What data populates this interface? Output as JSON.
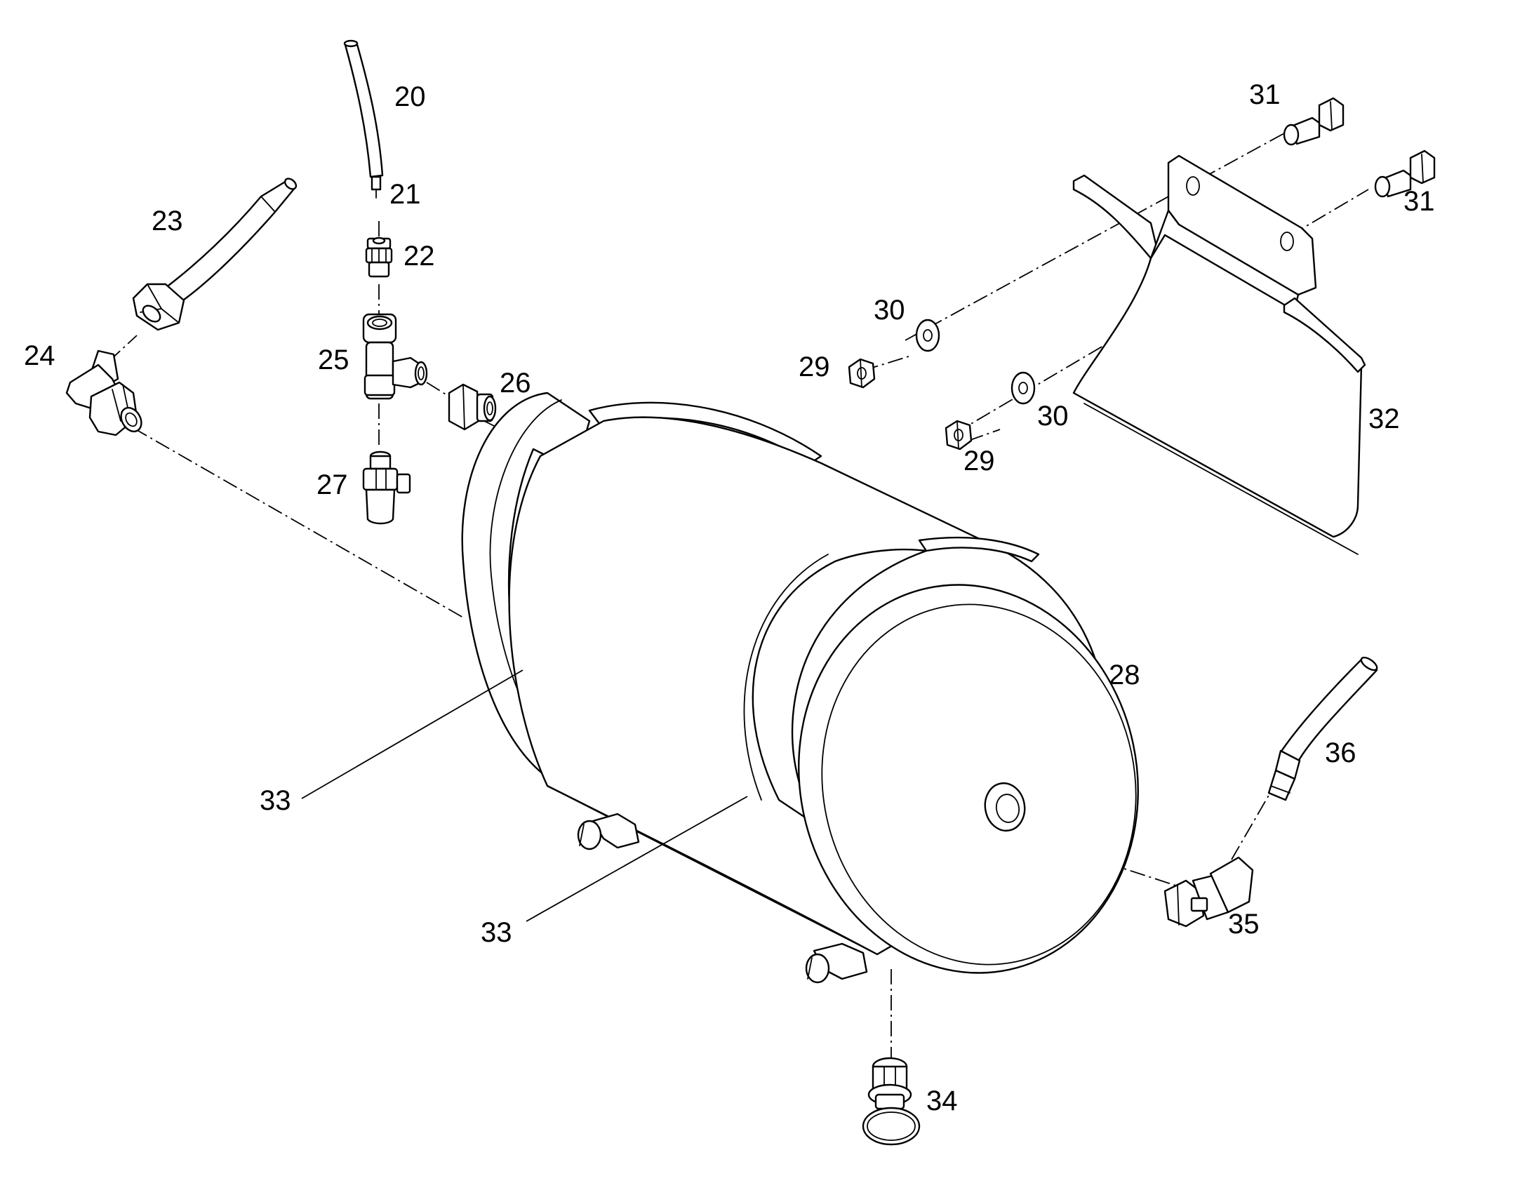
{
  "colors": {
    "line": "#000000",
    "background": "#ffffff"
  },
  "callouts": {
    "c20": "20",
    "c21": "21",
    "c22": "22",
    "c23": "23",
    "c24": "24",
    "c25": "25",
    "c26": "26",
    "c27": "27",
    "c28": "28",
    "c29a": "29",
    "c29b": "29",
    "c30a": "30",
    "c30b": "30",
    "c31a": "31",
    "c31b": "31",
    "c32": "32",
    "c33a": "33",
    "c33b": "33",
    "c34": "34",
    "c35": "35",
    "c36": "36"
  }
}
